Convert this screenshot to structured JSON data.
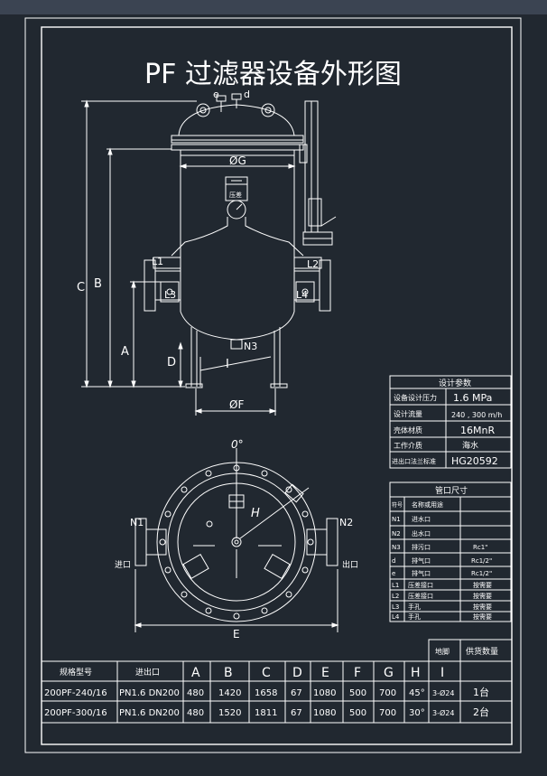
{
  "title": "PF 过滤器设备外形图",
  "colors": {
    "background": "#212830",
    "line": "#ffffff",
    "topbar": "#3b4452"
  },
  "elevation": {
    "dims": {
      "C": "C",
      "B": "B",
      "A": "A",
      "D": "D",
      "I": "I",
      "G": "ØG",
      "F": "ØF",
      "e": "e",
      "d": "d"
    },
    "nozzles": {
      "L1": "L1",
      "L2": "L2",
      "L3": "L3",
      "L4": "L4",
      "N3": "N3"
    },
    "gauge_label": "压差"
  },
  "plan": {
    "zero": "0°",
    "H": "H",
    "N1": "N1",
    "N2": "N2",
    "inlet": "进口",
    "outlet": "出口",
    "E": "E"
  },
  "design_params": {
    "header": "设计参数",
    "rows": [
      {
        "label": "设备设计压力",
        "value": "1.6  MPa"
      },
      {
        "label": "设计流量",
        "value": "240 , 300 m/h"
      },
      {
        "label": "壳体材质",
        "value": "16MnR"
      },
      {
        "label": "工作介质",
        "value": "海水"
      },
      {
        "label": "进出口法兰标准",
        "value": "HG20592"
      }
    ]
  },
  "nozzle_table": {
    "header": "管口尺寸",
    "columns": [
      "符号",
      "名称或用途",
      ""
    ],
    "rows": [
      {
        "sym": "N1",
        "name": "进水口",
        "size": ""
      },
      {
        "sym": "N2",
        "name": "出水口",
        "size": ""
      },
      {
        "sym": "N3",
        "name": "排污口",
        "size": "Rc1\""
      },
      {
        "sym": "d",
        "name": "排气口",
        "size": "Rc1/2\""
      },
      {
        "sym": "e",
        "name": "排气口",
        "size": "Rc1/2\""
      },
      {
        "sym": "L1",
        "name": "压差接口",
        "size": "按需要"
      },
      {
        "sym": "L2",
        "name": "压差接口",
        "size": "按需要"
      },
      {
        "sym": "L3",
        "name": "手孔",
        "size": "按需要"
      },
      {
        "sym": "L4",
        "name": "手孔",
        "size": "按需要"
      }
    ]
  },
  "main_table": {
    "extra_header": [
      "地脚",
      "供货数量"
    ],
    "header": [
      "规格型号",
      "进出口",
      "A",
      "B",
      "C",
      "D",
      "E",
      "F",
      "G",
      "H",
      "I",
      ""
    ],
    "rows": [
      [
        "200PF-240/16",
        "PN1.6  DN200",
        "480",
        "1420",
        "1658",
        "67",
        "1080",
        "500",
        "700",
        "45°",
        "3-Ø24",
        "1台"
      ],
      [
        "200PF-300/16",
        "PN1.6  DN200",
        "480",
        "1520",
        "1811",
        "67",
        "1080",
        "500",
        "700",
        "30°",
        "3-Ø24",
        "2台"
      ]
    ]
  }
}
